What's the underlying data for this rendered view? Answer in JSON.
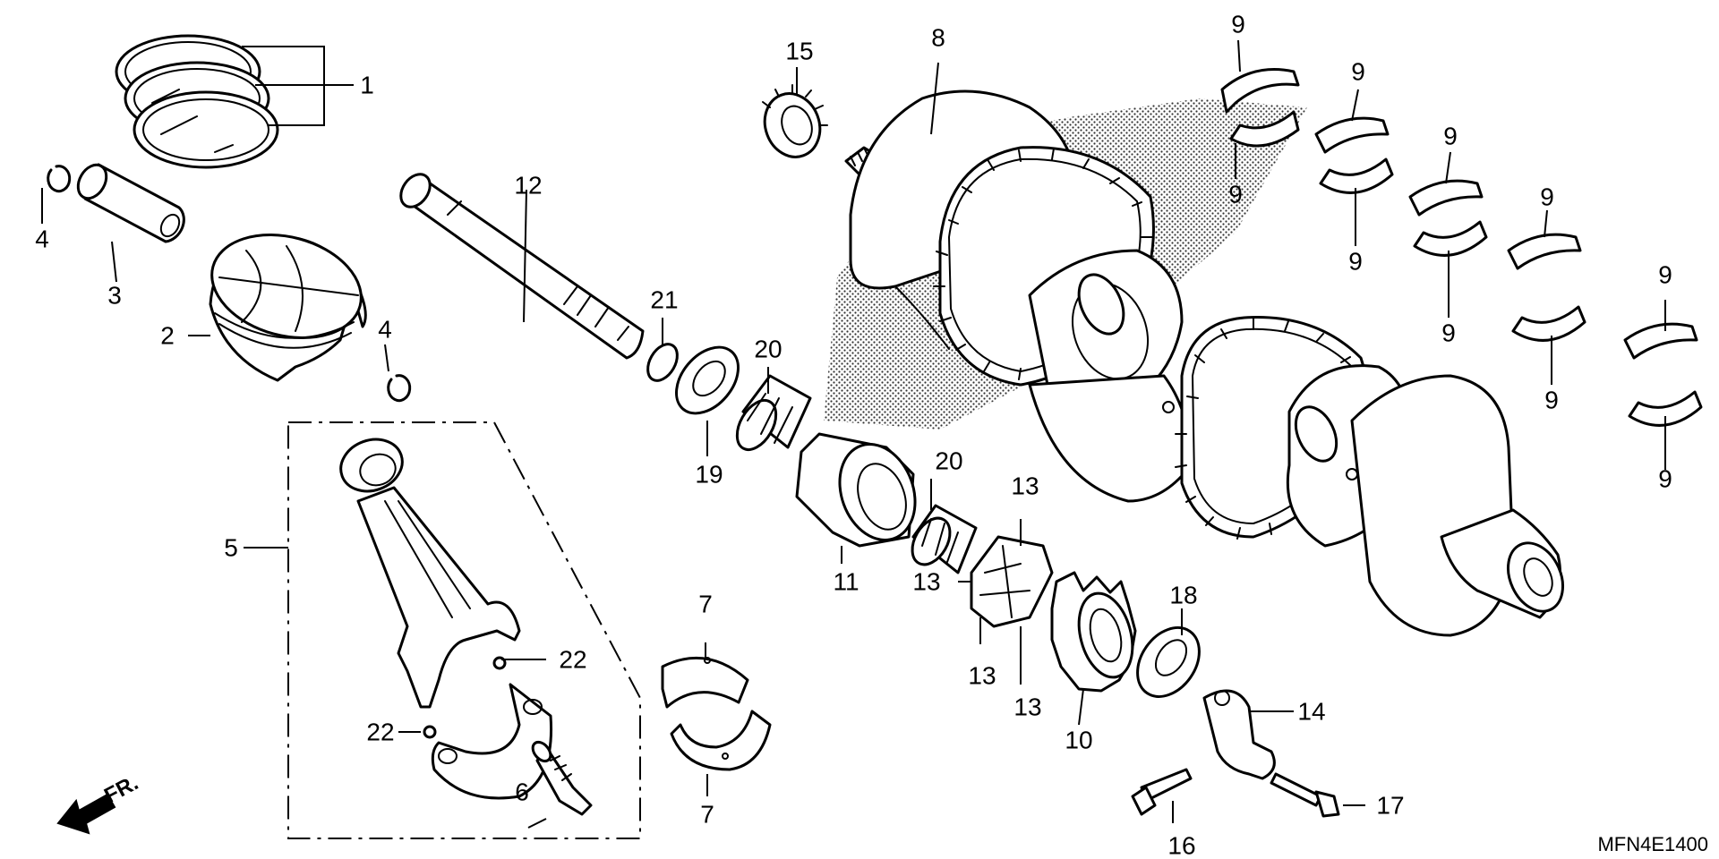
{
  "diagram_code": "MFN4E1400",
  "front_marker": "FR.",
  "labels": {
    "l1": "1",
    "l2": "2",
    "l3": "3",
    "l4a": "4",
    "l4b": "4",
    "l5": "5",
    "l6": "6",
    "l7a": "7",
    "l7b": "7",
    "l8": "8",
    "l9a": "9",
    "l9b": "9",
    "l9c": "9",
    "l9d": "9",
    "l9e": "9",
    "l9f": "9",
    "l9g": "9",
    "l9h": "9",
    "l9i": "9",
    "l9j": "9",
    "l10": "10",
    "l11": "11",
    "l12": "12",
    "l13a": "13",
    "l13b": "13",
    "l13c": "13",
    "l13d": "13",
    "l14": "14",
    "l15": "15",
    "l16": "16",
    "l17": "17",
    "l18": "18",
    "l19": "19",
    "l20a": "20",
    "l20b": "20",
    "l21": "21",
    "l22a": "22",
    "l22b": "22"
  }
}
